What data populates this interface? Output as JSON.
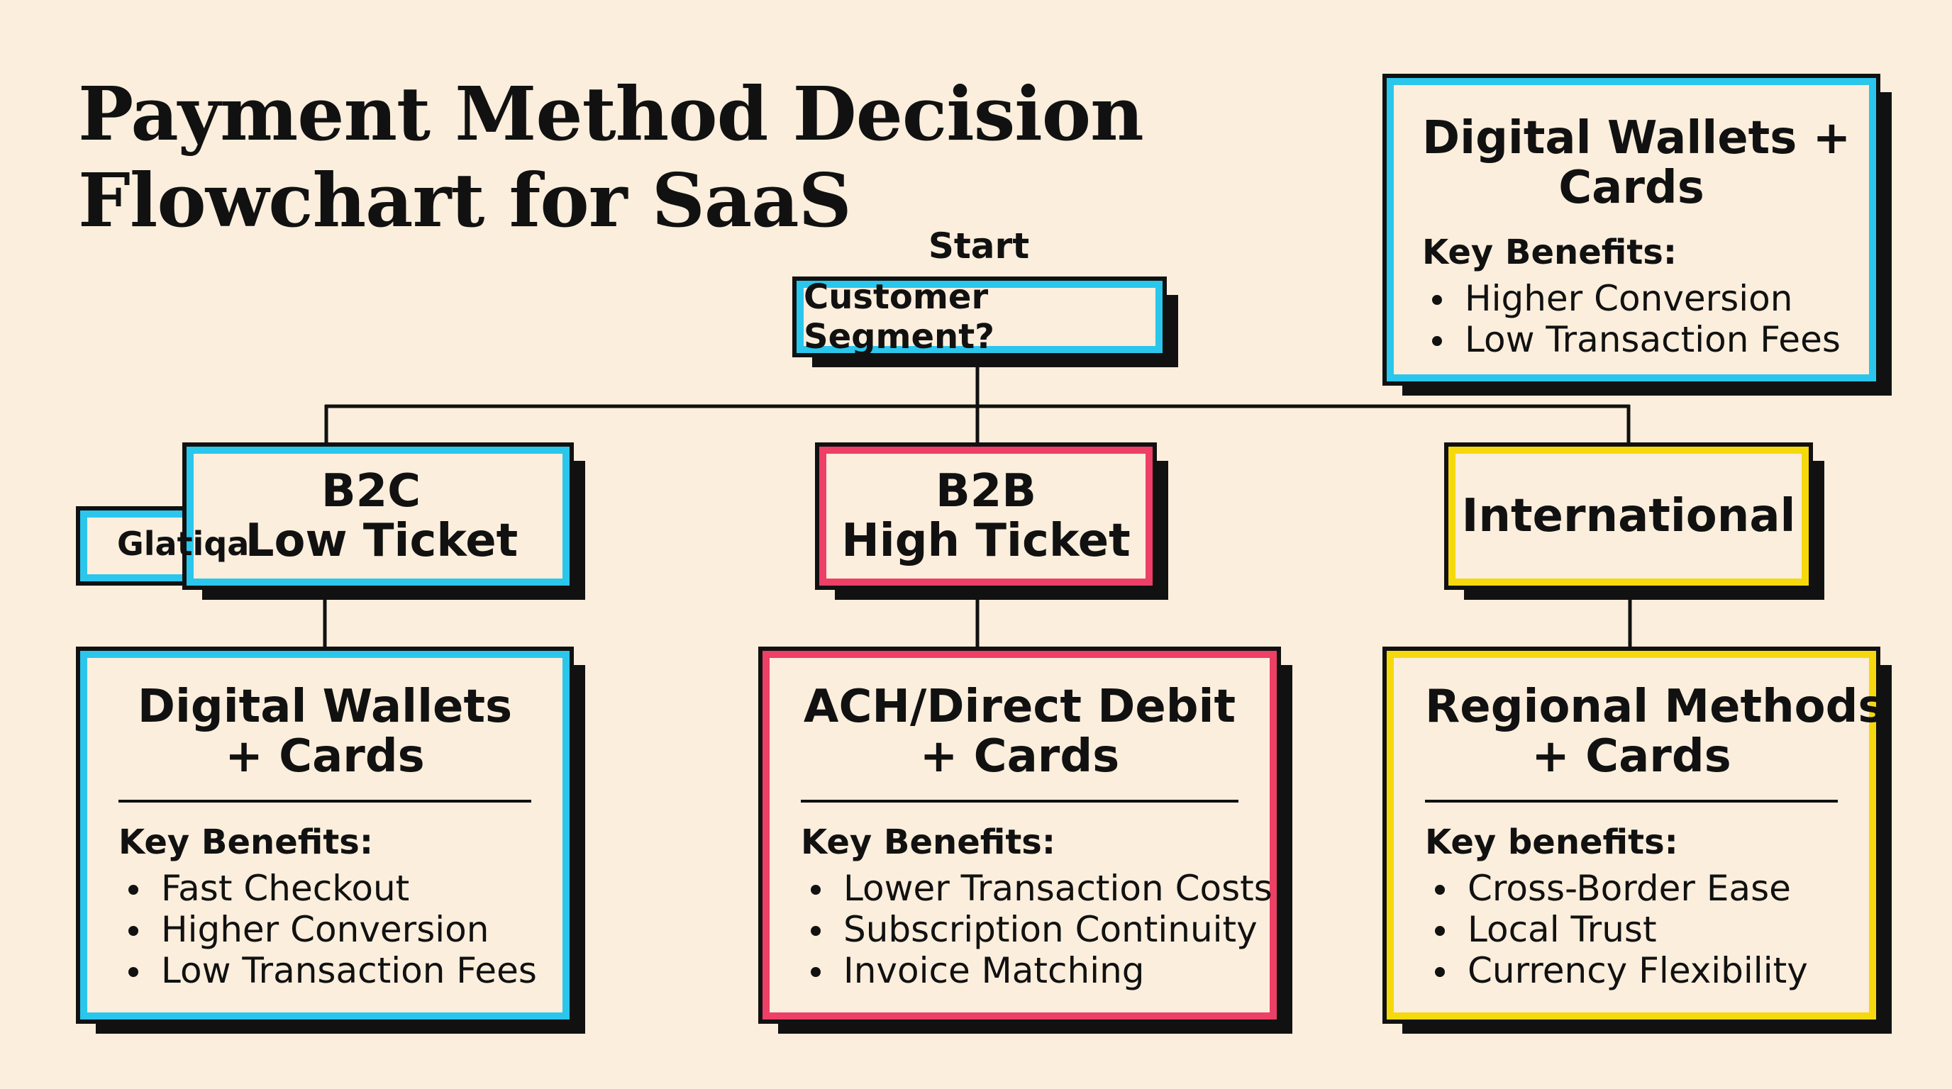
{
  "title": {
    "line1": "Payment Method Decision",
    "line2": "Flowchart for SaaS"
  },
  "start": {
    "label": "Start",
    "question": "Customer Segment?"
  },
  "segments": [
    {
      "line1": "B2C",
      "line2": "Low Ticket",
      "tab_label": "Glatiqa",
      "color": "#2bc6ec"
    },
    {
      "line1": "B2B",
      "line2": "High Ticket",
      "color": "#ee3f66"
    },
    {
      "line1": "International",
      "color": "#f5d90d"
    }
  ],
  "cards": [
    {
      "title_line1": "Digital Wallets",
      "title_line2": "+ Cards",
      "benefits_heading": "Key Benefits:",
      "benefits": [
        "Fast Checkout",
        "Higher Conversion",
        "Low Transaction Fees"
      ],
      "color": "#2bc6ec"
    },
    {
      "title_line1": "ACH/Direct Debit",
      "title_line2": "+ Cards",
      "benefits_heading": "Key Benefits:",
      "benefits": [
        "Lower Transaction Costs",
        "Subscription Continuity",
        "Invoice Matching"
      ],
      "color": "#ee3f66"
    },
    {
      "title_line1": "Regional Methods",
      "title_line2": "+ Cards",
      "benefits_heading": "Key benefits:",
      "benefits": [
        "Cross-Border Ease",
        "Local Trust",
        "Currency Flexibility"
      ],
      "color": "#f5d90d"
    }
  ],
  "top_card": {
    "title_line1": "Digital Wallets +",
    "title_line2": "Cards",
    "benefits_heading": "Key Benefits:",
    "benefits": [
      "Higher Conversion",
      "Low Transaction Fees"
    ],
    "color": "#2bc6ec"
  }
}
